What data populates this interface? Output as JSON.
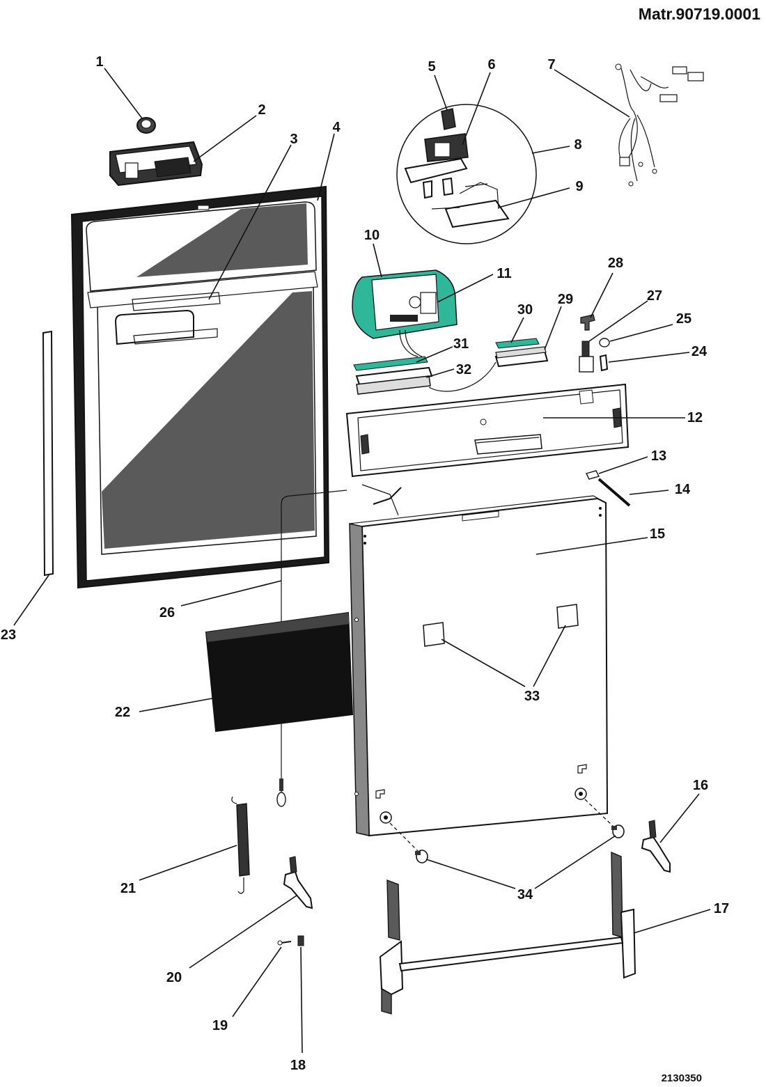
{
  "header": {
    "material_number": "Matr.90719.0001"
  },
  "footer": {
    "drawing_code": "2130350"
  },
  "callouts": [
    "1",
    "2",
    "3",
    "4",
    "5",
    "6",
    "7",
    "8",
    "9",
    "10",
    "11",
    "12",
    "13",
    "14",
    "15",
    "16",
    "17",
    "18",
    "19",
    "20",
    "21",
    "22",
    "23",
    "24",
    "25",
    "26",
    "27",
    "28",
    "29",
    "30",
    "31",
    "32",
    "33",
    "34"
  ],
  "colors": {
    "line": "#111111",
    "panel_gray": "#5a5a5a",
    "board_teal": "#2fb79a",
    "background": "#ffffff"
  }
}
